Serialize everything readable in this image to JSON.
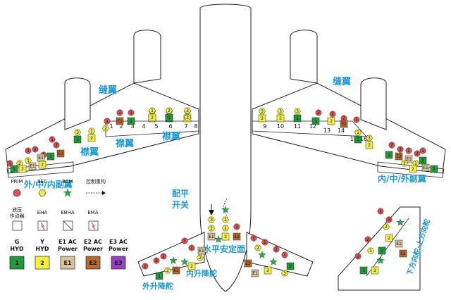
{
  "labels": {
    "slat_left": "缝翼",
    "slat_right": "缝翼",
    "flap_left_1": "襟翼",
    "flap_left_2": "襟翼",
    "flap_right": "襟翼",
    "aileron_left": "外/中/内副翼",
    "aileron_right": "内/中/外副翼",
    "trim_switch_1": "配平",
    "trim_switch_2": "开关",
    "hstab": "水平安定面",
    "elevator_left": "外升降舵",
    "elevator_right": "内升降舵",
    "rudder": "下方向舵·上方向舵"
  },
  "spoilers_left": [
    "1",
    "2",
    "3",
    "4",
    "5",
    "6",
    "7",
    "8"
  ],
  "spoilers_right": [
    "9",
    "10",
    "11",
    "12",
    "13",
    "14",
    "15",
    "16"
  ],
  "legend": {
    "row1": [
      "PRIM",
      "SEC",
      "BCM",
      "控制重构"
    ],
    "row2": [
      "液压\n作动器",
      "EHA",
      "EBHA",
      "EMA"
    ],
    "row3_top": [
      "G",
      "Y",
      "E1 AC",
      "E2 AC",
      "E3 AC"
    ],
    "row3_bot": [
      "HYD",
      "HYD",
      "Power",
      "Power",
      "Power"
    ],
    "row4": [
      "1",
      "2",
      "E1",
      "E2",
      "E3"
    ]
  },
  "colors": {
    "label_blue": "#1a9ad6",
    "prim_red": "#e05050",
    "sec_yellow": "#f2ef3a",
    "bcm_green": "#2aa84a",
    "g_hyd_green": "#1f9a3a",
    "y_hyd_yellow": "#f5f03c",
    "e1_beige": "#d8c49a",
    "e2_brown": "#b76a2a",
    "e3_purple": "#9b3fc4"
  }
}
